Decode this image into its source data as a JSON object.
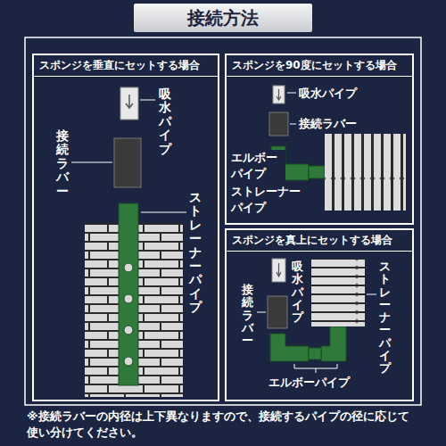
{
  "diagram": {
    "title": "接続方法",
    "caption": "※接続ラバーの内径は上下異なりますので、接続するパイプの径に応じて使い分けてください。",
    "nodes": [
      {
        "text": [
          "スポンジを垂直にセットする場合"
        ]
      },
      {
        "text": [
          "スポンジを90度にセットする場合"
        ]
      },
      {
        "text": [
          "スポンジを真上にセットする場合"
        ]
      }
    ],
    "labels": [
      "吸水パイプ",
      "接続ラバー",
      "ストレーナーパイプ",
      "吸水パイプ",
      "接続ラバー",
      "エルボー パイプ",
      "ストレーナー パイプ",
      "ストレーナーパイプ",
      "吸水パイプ",
      "接続ラバー",
      "エルボーパイプ"
    ]
  }
}
